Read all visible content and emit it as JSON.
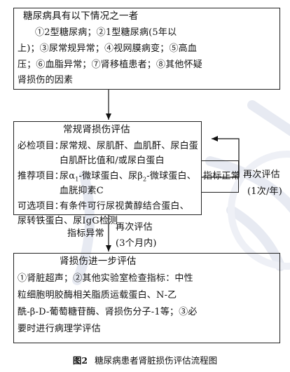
{
  "box1": {
    "title": "糖尿病具有以下情况之一者",
    "lines": [
      "①2型糖尿病；②1型糖尿病(5年以",
      "上)；③尿常规异常；④视网膜病变；⑤高血",
      "压；⑥血脂异常；⑦肾移植患者；⑧其他怀疑",
      "肾损伤的因素"
    ]
  },
  "box2": {
    "title": "常规肾损伤评估",
    "required_label": "必检项目：",
    "required_lines": [
      "尿常规、尿肌酐、血肌酐、尿白蛋",
      "白肌酐比值和/或尿白蛋白"
    ],
    "recommended_label": "推荐项目：",
    "recommended_line1_a": "尿α",
    "recommended_line1_sub1": "1",
    "recommended_line1_b": "-微球蛋白、尿β",
    "recommended_line1_sub2": "2",
    "recommended_line1_c": "-微球蛋白、",
    "recommended_line2": "血胱抑素C",
    "optional_label": "可选项目：",
    "optional_lines": [
      "有条件可行尿视黄醇结合蛋白、",
      "尿转铁蛋白、尿IgG检测"
    ]
  },
  "box3": {
    "title": "肾损伤进一步评估",
    "lines": [
      "①肾脏超声；②其他实验室检查指标：中性",
      "粒细胞明胶酶相关脂质运载蛋白、N-乙",
      "酰-β-D-葡萄糖苷酶、肾损伤分子-1等；③必",
      "要时进行病理学评估"
    ]
  },
  "loop": {
    "label_box": "指标正常",
    "label_side_1": "再次评估",
    "label_side_2": "(1次/年)"
  },
  "down_arrow": {
    "label_left": "指标异常",
    "label_right_1": "再次评估",
    "label_right_2": "(3个月内)"
  },
  "caption": {
    "figure": "图2",
    "text": "糖尿病患者肾脏损伤评估流程图"
  }
}
